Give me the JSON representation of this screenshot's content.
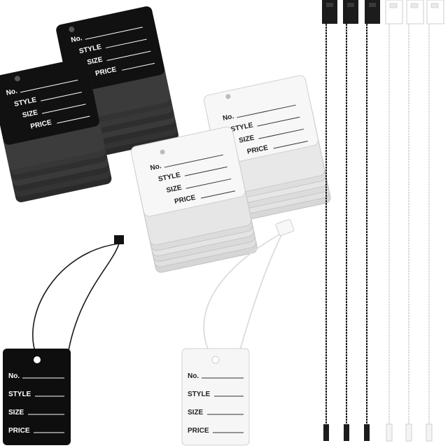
{
  "tag_labels": {
    "no": "No.",
    "style": "STYLE",
    "size": "SIZE",
    "price": "PRICE"
  },
  "colors": {
    "background": "#ffffff",
    "black_tag": "#111111",
    "black_tag_edge": "#3a3a3a",
    "white_tag": "#f6f6f6",
    "white_tag_edge": "#cfcfcf",
    "black_string": "#1a1a1a",
    "white_string": "#e8e8e8"
  },
  "items": {
    "black_tag_stacks": 2,
    "white_tag_stacks": 2,
    "black_fasteners": 3,
    "white_fasteners": 3
  }
}
